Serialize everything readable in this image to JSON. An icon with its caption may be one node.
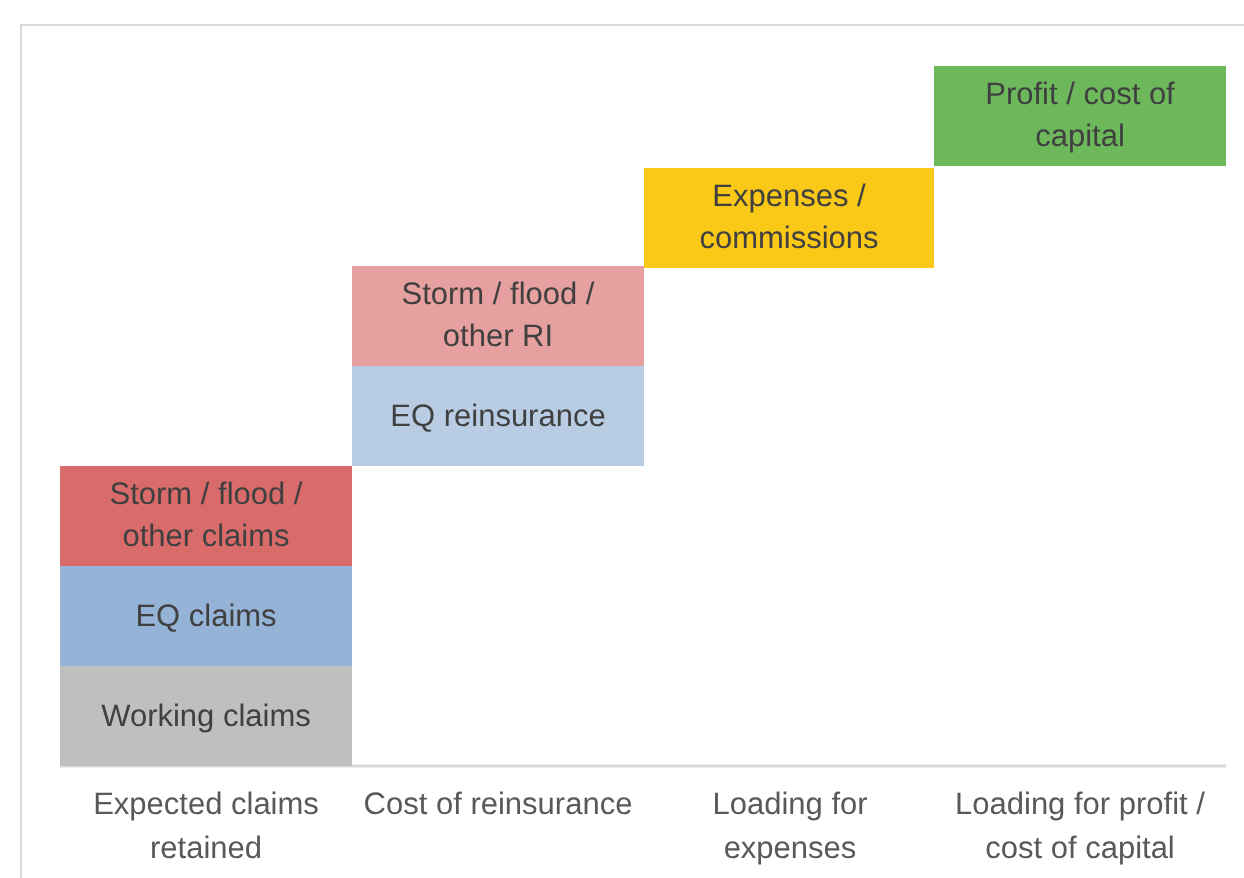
{
  "diagram": {
    "nodes": [
      {
        "text": [
          "Storm / flood / other claims"
        ]
      },
      {
        "text": [
          "EQ claims"
        ]
      },
      {
        "text": [
          "Working claims"
        ]
      },
      {
        "text": [
          "Storm / flood / other RI"
        ]
      },
      {
        "text": [
          "EQ reinsurance"
        ]
      },
      {
        "text": [
          "Expenses / commissions"
        ]
      },
      {
        "text": [
          "Profit / cost of capital"
        ]
      }
    ],
    "edges": [],
    "labels": [
      "Expected claims retained",
      "Cost of reinsurance",
      "Loading for expenses",
      "Loading for profit / cost of capital"
    ]
  }
}
